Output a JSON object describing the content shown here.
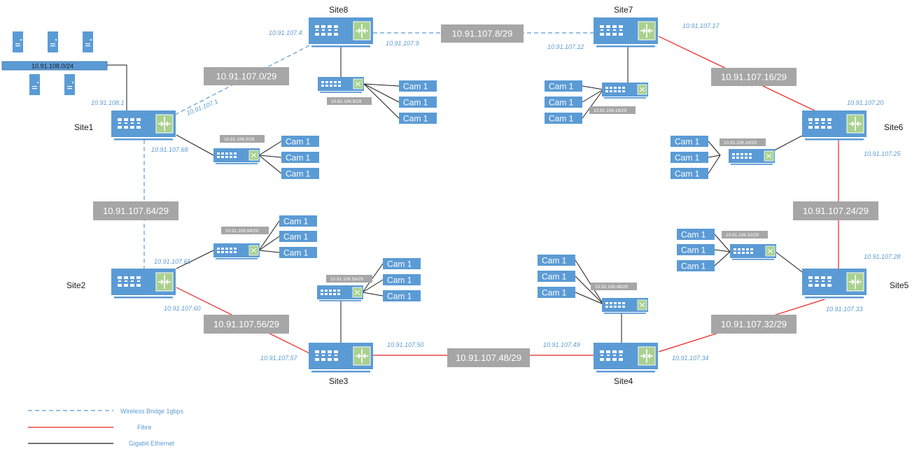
{
  "colors": {
    "device": "#5b9bd5",
    "device_dark": "#2f6fa8",
    "router_accent": "#a9d18e",
    "subnet_label": "#a6a6a6",
    "ip_text": "#5b9bd5",
    "fibre": "#e8201f",
    "wireless": "#5b9bd5",
    "ethernet": "#1a1a1a"
  },
  "sites": {
    "site1": "Site1",
    "site2": "Site2",
    "site3": "Site3",
    "site4": "Site4",
    "site5": "Site5",
    "site6": "Site6",
    "site7": "Site7",
    "site8": "Site8"
  },
  "lan": {
    "subnet": "10.91.108.0/24",
    "gateway": "10.91.108.1"
  },
  "subnets": {
    "s8_s7": "10.91.107.8/29",
    "s1_s8": "10.91.107.0/29",
    "s7_s6": "10.91.107.16/29",
    "s1_s2": "10.91.107.64/29",
    "s6_s5": "10.91.107.24/29",
    "s2_s3": "10.91.107.56/29",
    "s5_s4": "10.91.107.32/29",
    "s3_s4": "10.91.107.48/29"
  },
  "camera_subnets": {
    "site8": "10.91.106.8/29",
    "site7": "10.91.106.16/29",
    "site1": "10.91.106.0/29",
    "site6": "10.91.106.24/29",
    "site2": "10.91.106.64/29",
    "site5": "10.91.106.32/29",
    "site3": "10.91.106.56/29",
    "site4": "10.91.106.48/29"
  },
  "ips": {
    "s8_a": "10.91.107.4",
    "s8_b": "10.91.107.9",
    "s7_a": "10.91.107.12",
    "s7_b": "10.91.107.17",
    "s1_a": "10.91.107.1",
    "s1_b": "10.91.107.68",
    "s6_a": "10.91.107.20",
    "s6_b": "10.91.107.25",
    "s2_a": "10.91.107.65",
    "s2_b": "10.91.107.60",
    "s5_a": "10.91.107.28",
    "s5_b": "10.91.107.33",
    "s3_a": "10.91.107.57",
    "s3_b": "10.91.107.50",
    "s4_a": "10.91.107.49",
    "s4_b": "10.91.107.34"
  },
  "camera_label": "Cam 1",
  "legend": {
    "wireless": "Wireless Bridge 1gbps",
    "fibre": "Fibre",
    "ethernet": "Gigabit Ethernet"
  }
}
